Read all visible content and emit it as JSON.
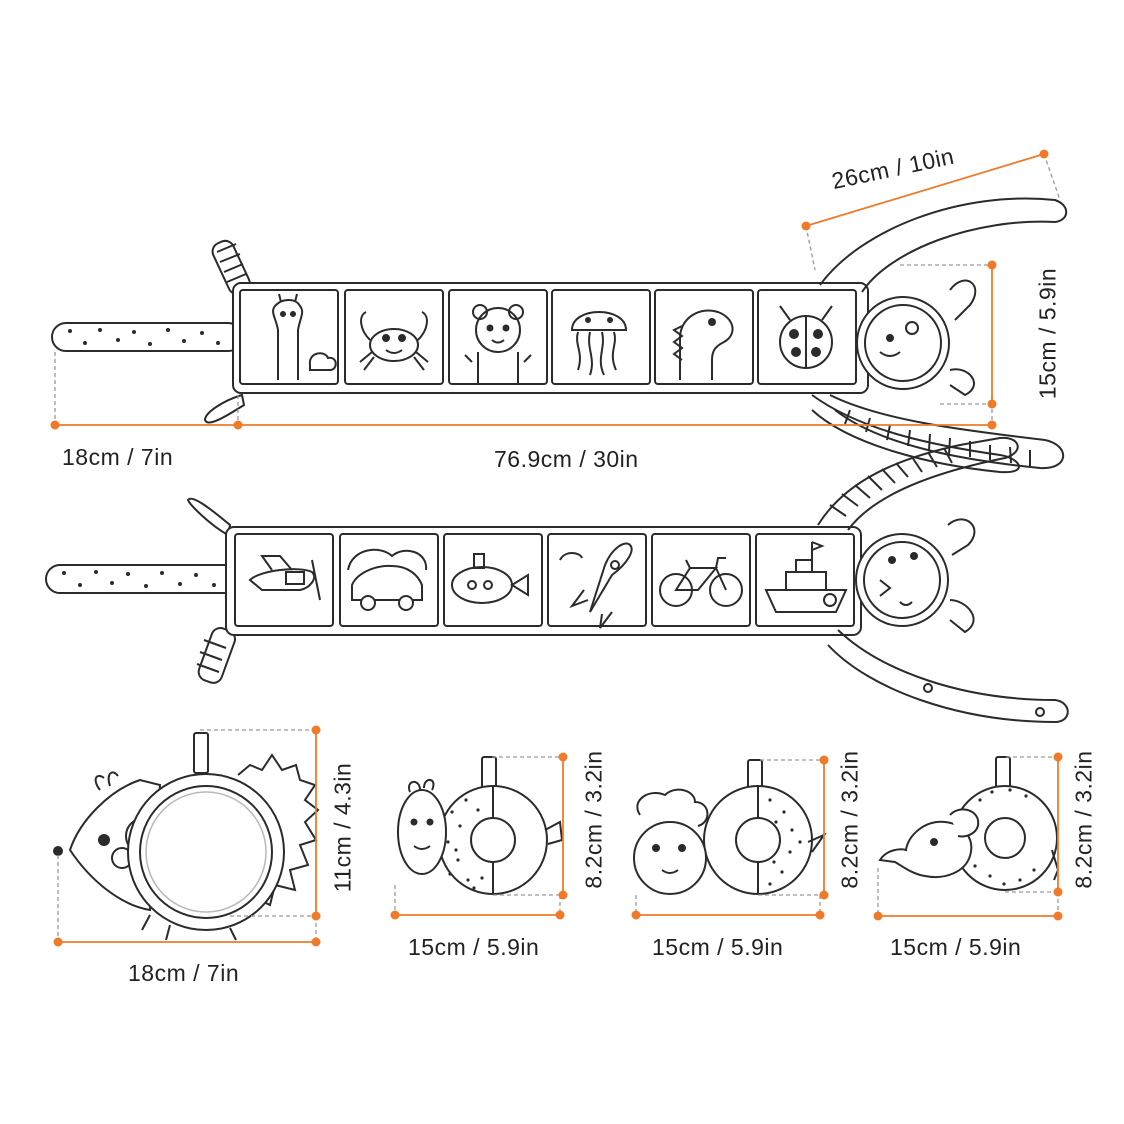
{
  "colors": {
    "accent": "#f07a2a",
    "outline": "#2b2b2b",
    "guide": "#9a9a9a"
  },
  "dimensions": {
    "arm_length": "26cm / 10in",
    "head_height": "15cm / 5.9in",
    "handle_length": "18cm / 7in",
    "book_length": "76.9cm / 30in",
    "hedgehog_height": "11cm / 4.3in",
    "hedgehog_width": "18cm / 7in",
    "lion_height": "8.2cm / 3.2in",
    "lion_width": "15cm / 5.9in",
    "sheep_height": "8.2cm / 3.2in",
    "sheep_width": "15cm / 5.9in",
    "elephant_height": "8.2cm / 3.2in",
    "elephant_width": "15cm / 5.9in"
  },
  "top_panels": [
    "giraffe-icon",
    "crab-icon",
    "tiger-icon",
    "jellyfish-icon",
    "dinosaur-icon",
    "ladybug-icon"
  ],
  "bottom_panels": [
    "airplane-icon",
    "car-icon",
    "submarine-icon",
    "rocket-icon",
    "bicycle-icon",
    "ship-icon"
  ]
}
